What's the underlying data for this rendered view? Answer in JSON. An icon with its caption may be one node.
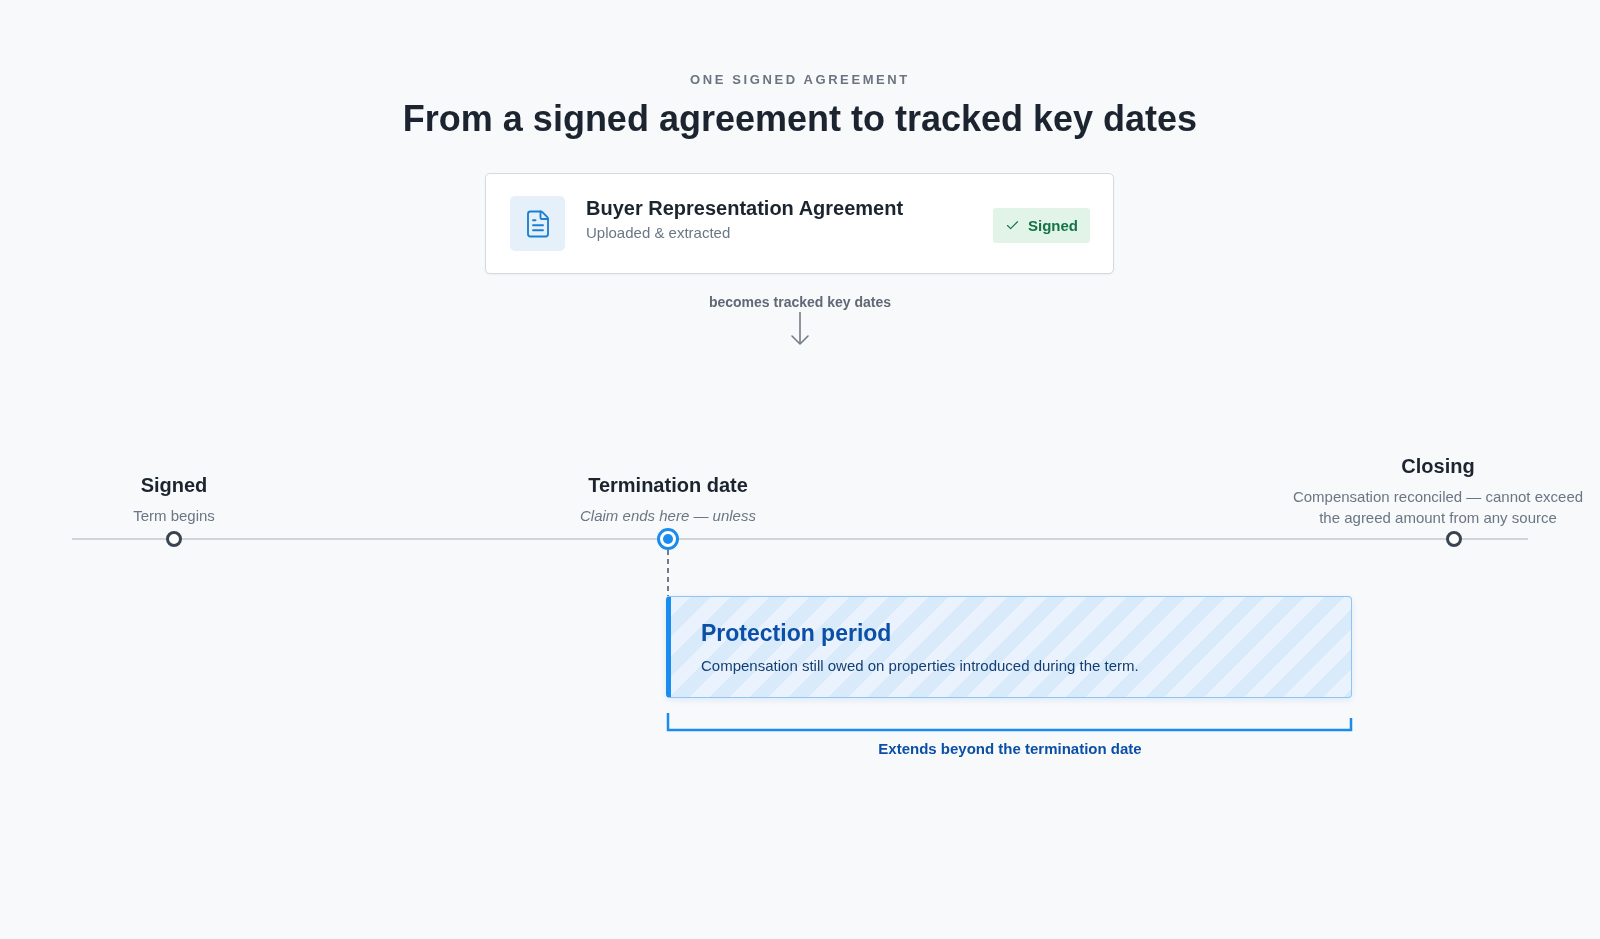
{
  "diagram": {
    "title": "From a signed agreement to tracked key dates",
    "nodes": [
      {
        "text": [
          "Buyer Representation Agreement",
          "Uploaded & extracted"
        ]
      },
      {
        "text": [
          "Signed"
        ],
        "in": 0
      },
      {
        "text": [
          "becomes tracked key dates"
        ]
      },
      {
        "text": [],
        "shape": "circle",
        "beside": [
          "Signed",
          "Term begins"
        ]
      },
      {
        "text": [],
        "shape": "circle",
        "beside": [
          "Termination date",
          "Claim ends here — unless"
        ]
      },
      {
        "text": [],
        "shape": "circle",
        "beside": [
          "Closing",
          "Compensation reconciled — cannot exceed the agreed amount from any source"
        ]
      },
      {
        "text": [
          "Protection period",
          "Compensation still owed on properties introduced during the term."
        ]
      }
    ],
    "edges": [
      {
        "from": 2,
        "to": null,
        "arrow": "to",
        "color": "#737b86"
      },
      {
        "from": null,
        "to": 3,
        "arrow": "none"
      },
      {
        "from": 3,
        "to": 4,
        "arrow": "none"
      },
      {
        "from": 4,
        "to": 5,
        "arrow": "none"
      },
      {
        "from": 5,
        "to": null,
        "arrow": "none"
      },
      {
        "from": 4,
        "to": 6,
        "arrow": "none",
        "style": "dashed",
        "color": "#737b86"
      }
    ],
    "labels": [
      "ONE SIGNED AGREEMENT",
      "Extends beyond the termination date"
    ]
  }
}
